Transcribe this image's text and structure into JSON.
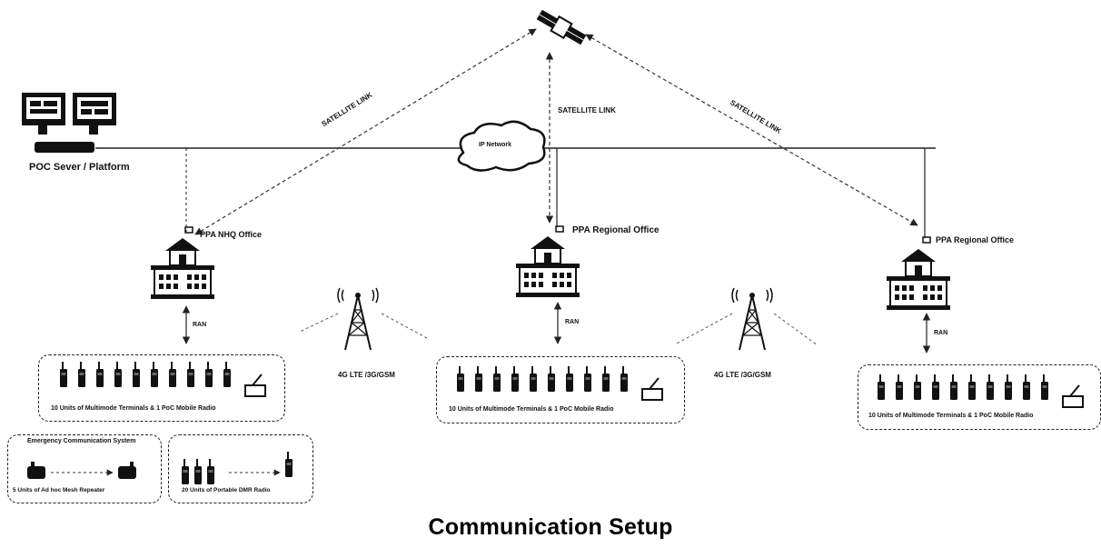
{
  "title": "Communication Setup",
  "server": {
    "label": "POC Sever / Platform"
  },
  "links": {
    "sat_left": "SATELLITE LINK",
    "sat_center": "SATELLITE LINK",
    "sat_right": "SATELLITE LINK",
    "ip_network": "IP Network",
    "ran_1": "RAN",
    "ran_2": "RAN",
    "ran_3": "RAN"
  },
  "offices": {
    "left": "PPA NHQ Office",
    "center": "PPA Regional Office",
    "right": "PPA Regional Office"
  },
  "towers": {
    "left": "4G LTE /3G/GSM",
    "right": "4G LTE /3G/GSM"
  },
  "terminal_groups": {
    "left": "10 Units of Multimode Terminals & 1 PoC Mobile Radio",
    "center": "10 Units of Multimode Terminals & 1 PoC Mobile Radio",
    "right": "10 Units of Multimode Terminals & 1 PoC Mobile Radio"
  },
  "emergency": {
    "title": "Emergency Communication System",
    "repeater": "5 Units of Ad hoc Mesh Repeater",
    "portable": "20 Units of Portable DMR Radio"
  },
  "colors": {
    "ink": "#111111",
    "line": "#333333"
  }
}
